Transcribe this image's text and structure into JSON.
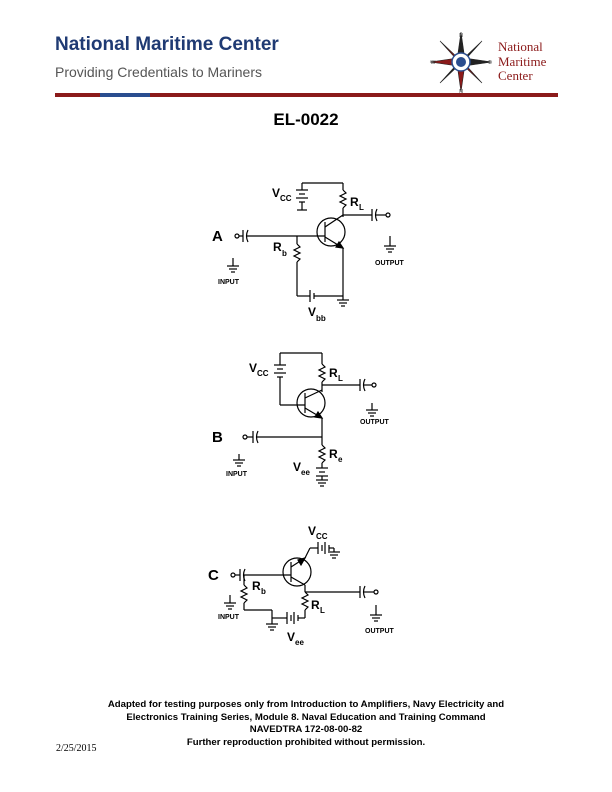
{
  "header": {
    "title": "National Maritime Center",
    "subtitle": "Providing Credentials to Mariners",
    "logo_text": [
      "National",
      "Maritime",
      "Center"
    ],
    "compass_letters": {
      "n": "N",
      "s": "N",
      "e": "E",
      "w": "W"
    }
  },
  "document": {
    "id": "EL-0022"
  },
  "circuits": [
    {
      "letter": "A",
      "labels": {
        "vcc_main": "V",
        "vcc_sub": "CC",
        "rl_main": "R",
        "rl_sub": "L",
        "rb_main": "R",
        "rb_sub": "b",
        "vbb_main": "V",
        "vbb_sub": "bb",
        "input": "INPUT",
        "output": "OUTPUT"
      }
    },
    {
      "letter": "B",
      "labels": {
        "vcc_main": "V",
        "vcc_sub": "CC",
        "rl_main": "R",
        "rl_sub": "L",
        "re_main": "R",
        "re_sub": "e",
        "vee_main": "V",
        "vee_sub": "ee",
        "input": "INPUT",
        "output": "OUTPUT"
      }
    },
    {
      "letter": "C",
      "labels": {
        "vcc_main": "V",
        "vcc_sub": "CC",
        "rb_main": "R",
        "rb_sub": "b",
        "rl_main": "R",
        "rl_sub": "L",
        "vee_main": "V",
        "vee_sub": "ee",
        "input": "INPUT",
        "output": "OUTPUT"
      }
    }
  ],
  "footer": {
    "lines": [
      "Adapted for testing purposes only from Introduction to Amplifiers, Navy Electricity and",
      "Electronics Training Series, Module 8. Naval Education and Training Command",
      "NAVEDTRA 172-08-00-82",
      "Further reproduction prohibited without permission."
    ],
    "date": "2/25/2015"
  },
  "colors": {
    "title_blue": "#1f3a73",
    "rule_red": "#8b1a1a",
    "rule_blue": "#2a4d8f"
  }
}
